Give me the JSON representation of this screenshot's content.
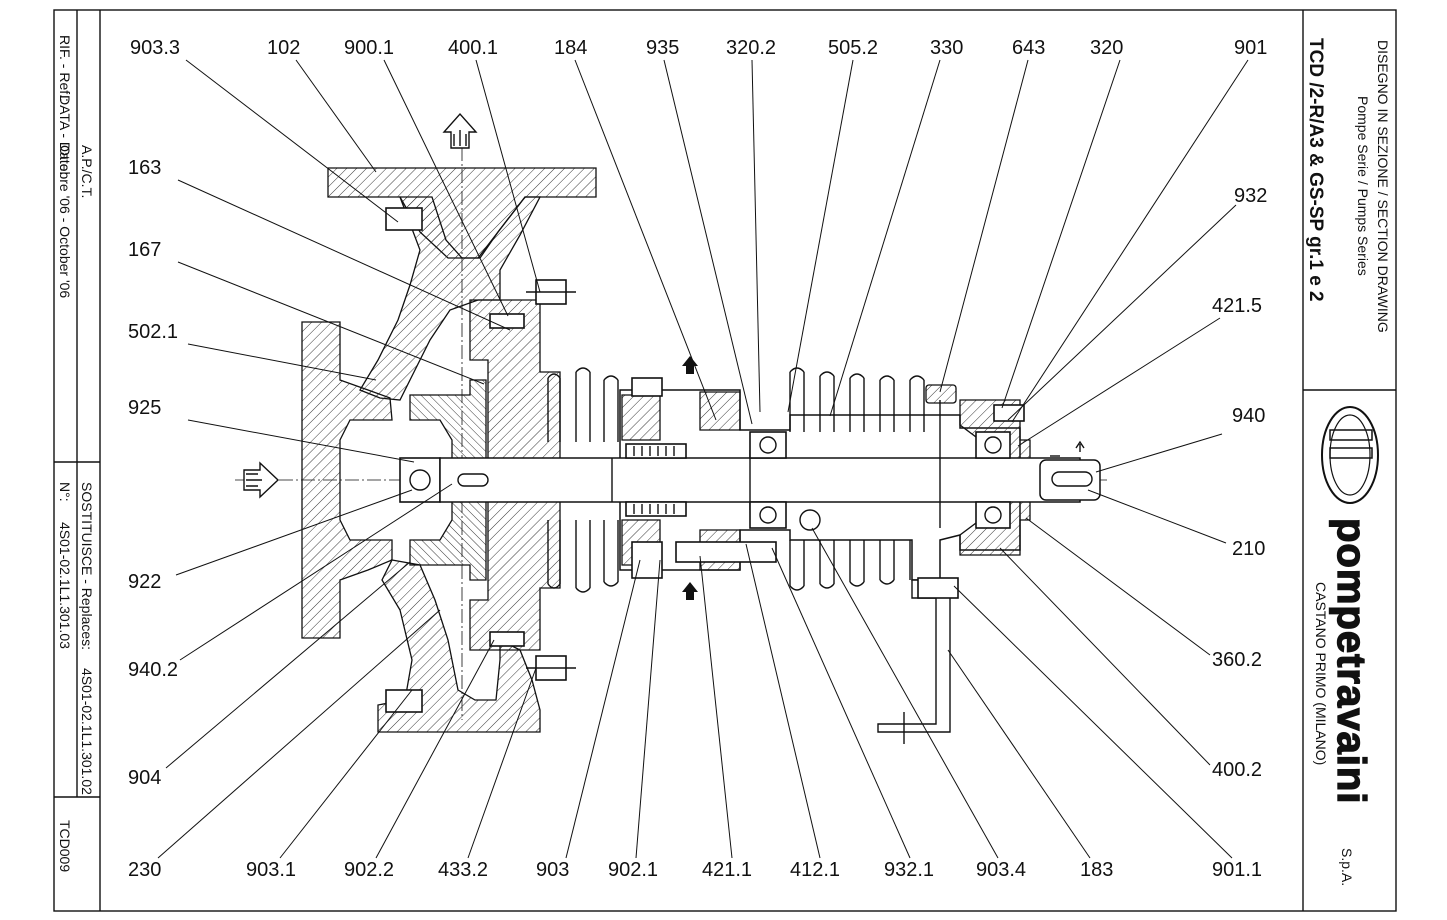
{
  "title_block": {
    "left": {
      "ref_label": "RIF. - Ref.:",
      "ref_value": "A.P./C.T.",
      "date_label": "DATA - Date:",
      "date_value": "Ottobre '06 - October '06",
      "replaces_label": "SOSTITUISCE - Replaces:",
      "replaces_value": "4S01-02.1L1.301.02",
      "number_label": "N°:",
      "number_value": "4S01-02.1L1.301.03",
      "code": "TCD009"
    },
    "right": {
      "drawing_type": "DISEGNO IN SEZIONE / SECTION DRAWING",
      "series": "Pompe Serie / Pumps Series",
      "model": "TCD /2-R/A3 & GS-SP gr.1 e 2",
      "company": "pompetravaini",
      "company_suffix": "S.p.A.",
      "location": "CASTANO PRIMO  (MILANO)"
    }
  },
  "labels": {
    "top": [
      "903.3",
      "102",
      "900.1",
      "400.1",
      "184",
      "935",
      "320.2",
      "505.2",
      "330",
      "643",
      "320",
      "901"
    ],
    "left": [
      "163",
      "167",
      "502.1",
      "925",
      "922",
      "940.2",
      "904"
    ],
    "right": [
      "932",
      "421.5",
      "940",
      "210",
      "360.2",
      "400.2"
    ],
    "bottom": [
      "230",
      "903.1",
      "902.2",
      "433.2",
      "903",
      "902.1",
      "421.1",
      "412.1",
      "932.1",
      "903.4",
      "183",
      "901.1"
    ]
  },
  "icons": {
    "flow_arrows": "flow-arrow-icon",
    "logo": "travaini-logo-icon"
  }
}
